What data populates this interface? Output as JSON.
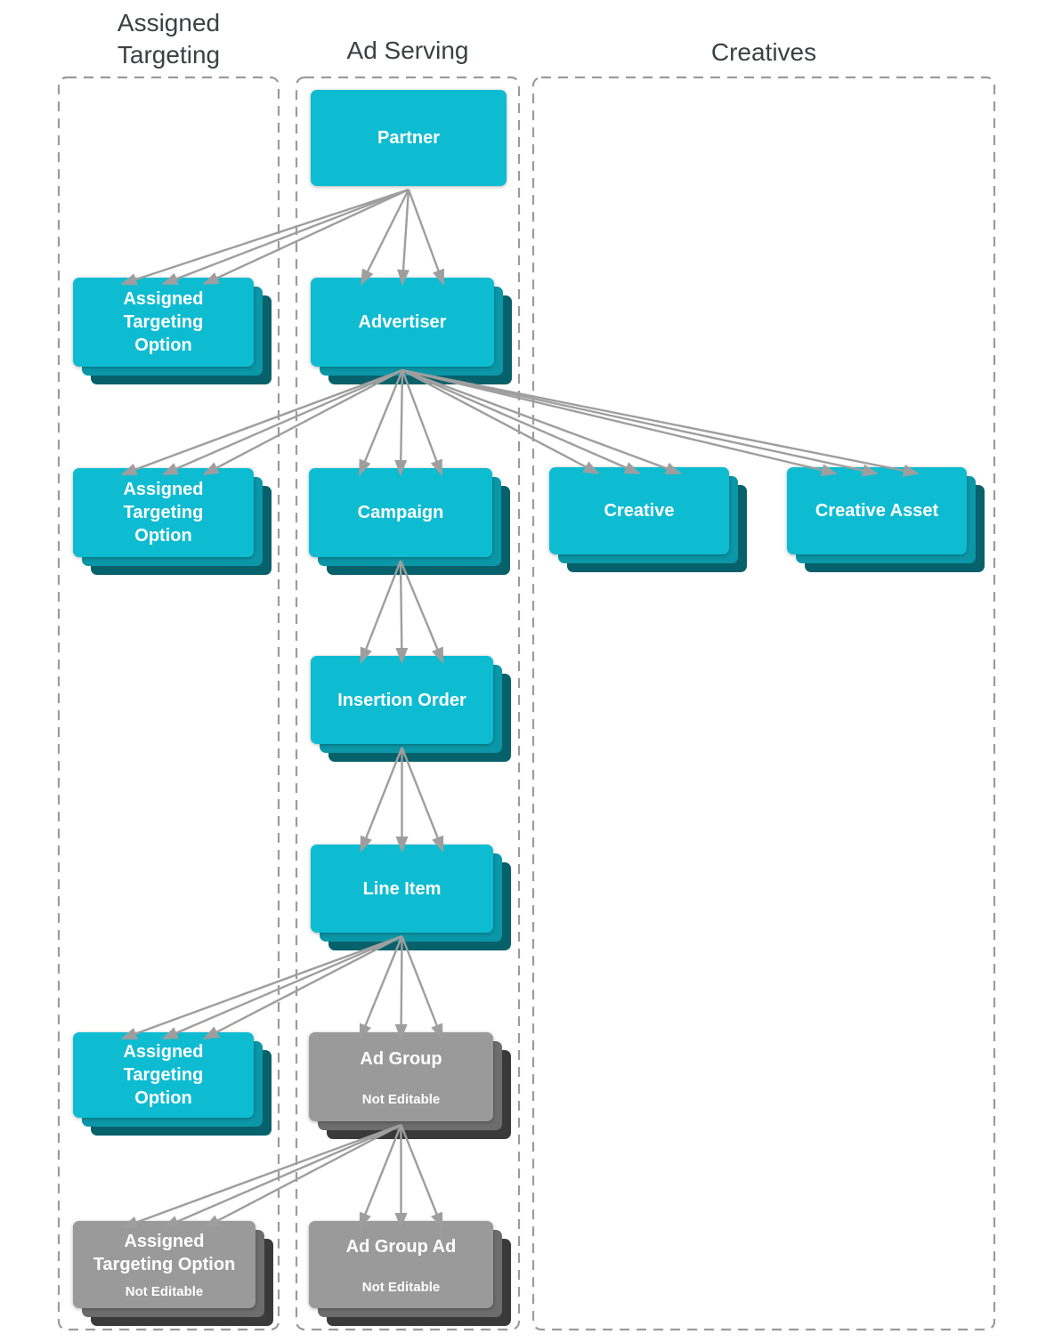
{
  "diagram_title": "Entity hierarchy diagram",
  "columns": [
    {
      "id": "assigned-targeting",
      "title": "Assigned\nTargeting"
    },
    {
      "id": "ad-serving",
      "title": "Ad Serving"
    },
    {
      "id": "creatives",
      "title": "Creatives"
    }
  ],
  "nodes": [
    {
      "id": "partner",
      "label": "Partner",
      "sublabel": "",
      "variant": "cyan",
      "stacked": false,
      "column": "ad-serving"
    },
    {
      "id": "ato1",
      "label": "Assigned\nTargeting\nOption",
      "sublabel": "",
      "variant": "cyan",
      "stacked": true,
      "column": "assigned-targeting"
    },
    {
      "id": "advertiser",
      "label": "Advertiser",
      "sublabel": "",
      "variant": "cyan",
      "stacked": true,
      "column": "ad-serving"
    },
    {
      "id": "ato2",
      "label": "Assigned\nTargeting\nOption",
      "sublabel": "",
      "variant": "cyan",
      "stacked": true,
      "column": "assigned-targeting"
    },
    {
      "id": "campaign",
      "label": "Campaign",
      "sublabel": "",
      "variant": "cyan",
      "stacked": true,
      "column": "ad-serving"
    },
    {
      "id": "creative",
      "label": "Creative",
      "sublabel": "",
      "variant": "cyan",
      "stacked": true,
      "column": "creatives"
    },
    {
      "id": "creative_asset",
      "label": "Creative Asset",
      "sublabel": "",
      "variant": "cyan",
      "stacked": true,
      "column": "creatives"
    },
    {
      "id": "insertion_order",
      "label": "Insertion Order",
      "sublabel": "",
      "variant": "cyan",
      "stacked": true,
      "column": "ad-serving"
    },
    {
      "id": "line_item",
      "label": "Line Item",
      "sublabel": "",
      "variant": "cyan",
      "stacked": true,
      "column": "ad-serving"
    },
    {
      "id": "ato3",
      "label": "Assigned\nTargeting\nOption",
      "sublabel": "",
      "variant": "cyan",
      "stacked": true,
      "column": "assigned-targeting"
    },
    {
      "id": "ad_group",
      "label": "Ad Group",
      "sublabel": "Not Editable",
      "variant": "gray",
      "stacked": true,
      "column": "ad-serving"
    },
    {
      "id": "ato_not_editable",
      "label": "Assigned\nTargeting Option",
      "sublabel": "Not Editable",
      "variant": "gray",
      "stacked": true,
      "column": "assigned-targeting"
    },
    {
      "id": "ad_group_ad",
      "label": "Ad Group Ad",
      "sublabel": "Not Editable",
      "variant": "gray",
      "stacked": true,
      "column": "ad-serving"
    }
  ],
  "connections": [
    {
      "from": "partner",
      "to": "ato1"
    },
    {
      "from": "partner",
      "to": "advertiser"
    },
    {
      "from": "advertiser",
      "to": "ato2"
    },
    {
      "from": "advertiser",
      "to": "campaign"
    },
    {
      "from": "advertiser",
      "to": "creative"
    },
    {
      "from": "advertiser",
      "to": "creative_asset"
    },
    {
      "from": "campaign",
      "to": "insertion_order"
    },
    {
      "from": "insertion_order",
      "to": "line_item"
    },
    {
      "from": "line_item",
      "to": "ato3"
    },
    {
      "from": "line_item",
      "to": "ad_group"
    },
    {
      "from": "ad_group",
      "to": "ato_not_editable"
    },
    {
      "from": "ad_group",
      "to": "ad_group_ad"
    }
  ],
  "colors": {
    "cyan": "#0ebcd2",
    "cyan_mid": "#0b97a7",
    "cyan_dark": "#07616b",
    "gray": "#9a9a9a",
    "gray_mid": "#6d6d6d",
    "gray_dark": "#3a3a3a",
    "arrow": "#9e9e9e",
    "dashed_border": "#9b9b9b",
    "heading_text": "#3c4043",
    "label_text": "#ffffff"
  }
}
